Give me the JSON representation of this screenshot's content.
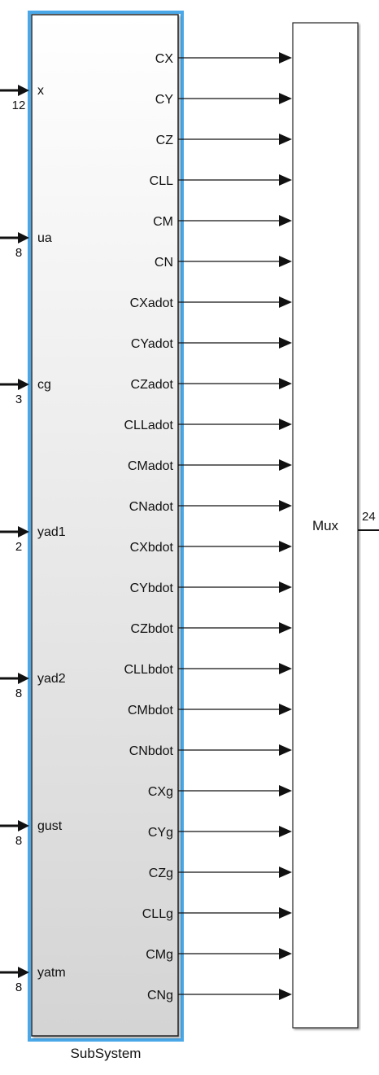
{
  "subsystem": {
    "name": "SubSystem",
    "inputs": [
      {
        "label": "x",
        "width": "12"
      },
      {
        "label": "ua",
        "width": "8"
      },
      {
        "label": "cg",
        "width": "3"
      },
      {
        "label": "yad1",
        "width": "2"
      },
      {
        "label": "yad2",
        "width": "8"
      },
      {
        "label": "gust",
        "width": "8"
      },
      {
        "label": "yatm",
        "width": "8"
      }
    ],
    "outputs": [
      "CX",
      "CY",
      "CZ",
      "CLL",
      "CM",
      "CN",
      "CXadot",
      "CYadot",
      "CZadot",
      "CLLadot",
      "CMadot",
      "CNadot",
      "CXbdot",
      "CYbdot",
      "CZbdot",
      "CLLbdot",
      "CMbdot",
      "CNbdot",
      "CXg",
      "CYg",
      "CZg",
      "CLLg",
      "CMg",
      "CNg"
    ]
  },
  "mux": {
    "label": "Mux",
    "output_width": "24"
  },
  "colors": {
    "selection_border": "#4aa8e8",
    "block_border": "#222222",
    "gradient_top": "#ffffff",
    "gradient_bottom": "#d4d4d4"
  }
}
